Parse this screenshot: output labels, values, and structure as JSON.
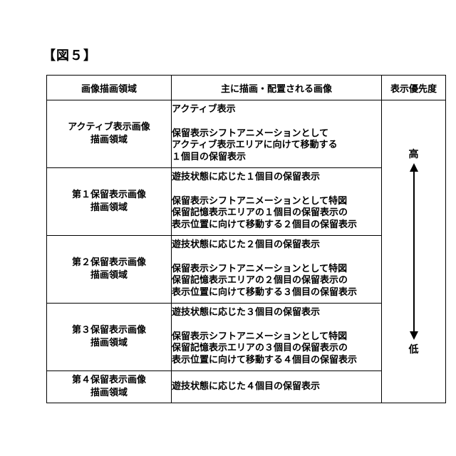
{
  "figure_label": "【図５】",
  "table": {
    "headers": {
      "area": "画像描画領域",
      "images": "主に描画・配置される画像",
      "priority": "表示優先度"
    },
    "rows": [
      {
        "area": "アクティブ表示画像\n描画領域",
        "description": "アクティブ表示\n\n保留表示シフトアニメーションとして\nアクティブ表示エリアに向けて移動する\n１個目の保留表示"
      },
      {
        "area": "第１保留表示画像\n描画領域",
        "description": "遊技状態に応じた１個目の保留表示\n\n保留表示シフトアニメーションとして特図\n保留記憶表示エリアの１個目の保留表示の\n表示位置に向けて移動する２個目の保留表示"
      },
      {
        "area": "第２保留表示画像\n描画領域",
        "description": "遊技状態に応じた２個目の保留表示\n\n保留表示シフトアニメーションとして特図\n保留記憶表示エリアの２個目の保留表示の\n表示位置に向けて移動する３個目の保留表示"
      },
      {
        "area": "第３保留表示画像\n描画領域",
        "description": "遊技状態に応じた３個目の保留表示\n\n保留表示シフトアニメーションとして特図\n保留記憶表示エリアの３個目の保留表示の\n表示位置に向けて移動する４個目の保留表示"
      },
      {
        "area": "第４保留表示画像\n描画領域",
        "description": "遊技状態に応じた４個目の保留表示"
      }
    ],
    "priority": {
      "high": "高",
      "low": "低"
    }
  }
}
